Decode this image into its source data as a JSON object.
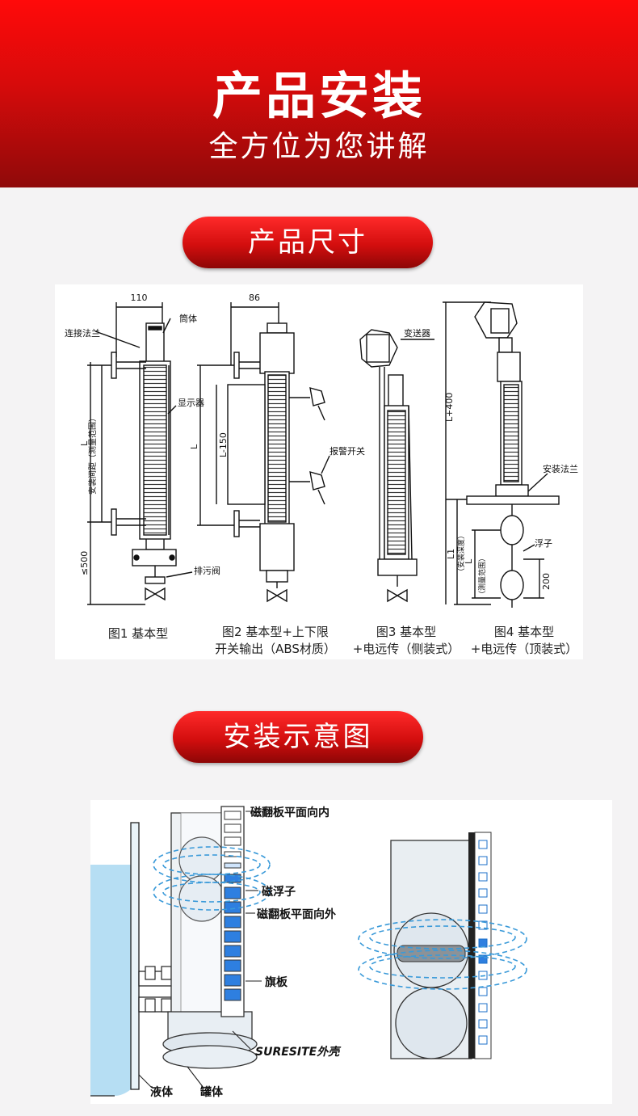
{
  "header": {
    "title": "产品安装",
    "subtitle": "全方位为您讲解"
  },
  "sections": {
    "dimensions_label": "产品尺寸",
    "installation_label": "安装示意图"
  },
  "dimension_drawing": {
    "labels": {
      "dim_110": "110",
      "dim_86": "86",
      "cylinder": "筒体",
      "connect_flange": "连接法兰",
      "display": "显示器",
      "install_spacing": "安装间距（测量范围）",
      "L": "L",
      "L_150": "L-150",
      "lte500": "≤500",
      "drain_valve": "排污阀",
      "alarm_switch": "报警开关",
      "transmitter": "变送器",
      "L_400": "L+400",
      "install_flange": "安装法兰",
      "float": "浮子",
      "L1": "L1",
      "install_depth": "（安装深度）",
      "measure_range": "（测量范围）",
      "dim_200": "200"
    },
    "captions": [
      {
        "line1": "图1 基本型",
        "line2": ""
      },
      {
        "line1": "图2 基本型+上下限",
        "line2": "开关输出（ABS材质）"
      },
      {
        "line1": "图3 基本型",
        "line2": "+电远传（侧装式）"
      },
      {
        "line1": "图4 基本型",
        "line2": "+电远传（顶装式）"
      }
    ]
  },
  "install_drawing": {
    "labels": {
      "flap_inward": "磁翻板平面向内",
      "magnetic_float": "磁浮子",
      "flap_outward": "磁翻板平面向外",
      "flag": "旗板",
      "housing": "SURESITE外壳",
      "liquid": "液体",
      "tank": "罐体"
    }
  }
}
